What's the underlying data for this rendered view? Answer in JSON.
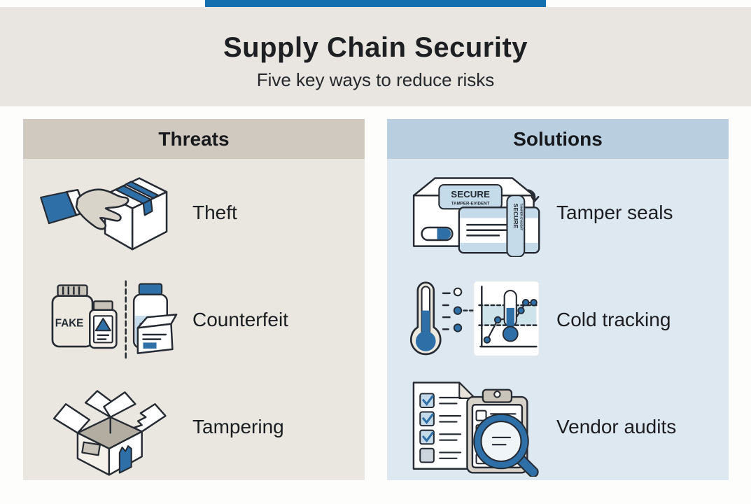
{
  "colors": {
    "accent": "#1470af",
    "ink": "#262b33",
    "icon_blue": "#2e6fa7",
    "icon_lightblue": "#c6dbea",
    "page_bg": "#fdfdfb",
    "band_bg": "#e9e6e1",
    "threats_bg": "#eae7e0",
    "threats_header_bg": "#cfc9c0",
    "solutions_bg": "#dde8f1",
    "solutions_header_bg": "#b9cfe0"
  },
  "header": {
    "title": "Supply Chain Security",
    "subtitle": "Five key ways to reduce risks"
  },
  "columns": {
    "threats": {
      "title": "Threats",
      "items": [
        {
          "label": "Theft",
          "icon": "hand-taking-box-icon"
        },
        {
          "label": "Counterfeit",
          "icon": "counterfeit-bottles-icon"
        },
        {
          "label": "Tampering",
          "icon": "torn-open-box-icon"
        }
      ]
    },
    "solutions": {
      "title": "Solutions",
      "items": [
        {
          "label": "Tamper seals",
          "icon": "tamper-seal-package-icon"
        },
        {
          "label": "Cold tracking",
          "icon": "cold-chain-chart-icon"
        },
        {
          "label": "Vendor audits",
          "icon": "audit-checklist-magnifier-icon"
        }
      ]
    }
  },
  "icon_text": {
    "secure": "SECURE",
    "tamper_evident": "TAMPER-EVIDENT",
    "fake": "FAKE"
  }
}
